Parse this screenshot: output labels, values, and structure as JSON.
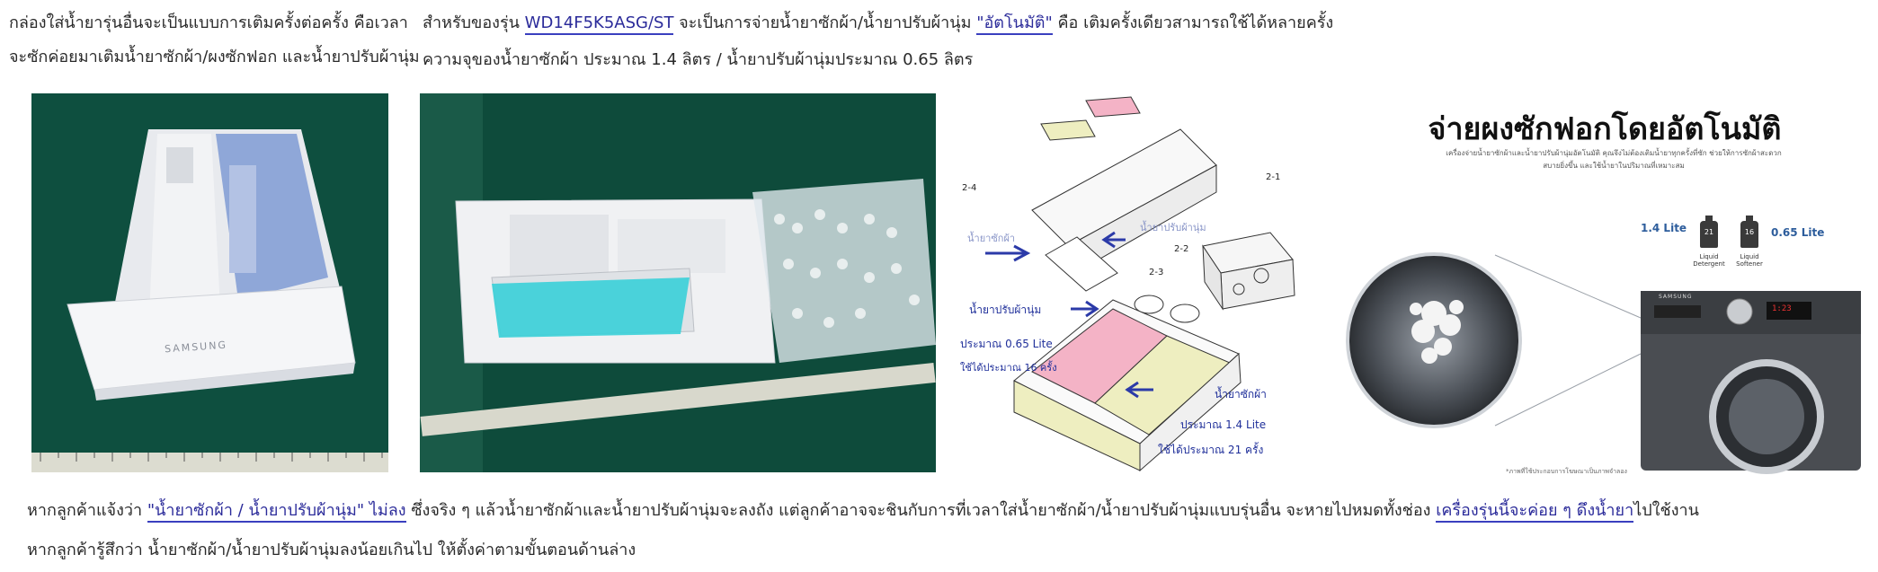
{
  "top_left": {
    "line1": "กล่องใส่น้ำยารุ่นอื่นจะเป็นแบบการเติมครั้งต่อครั้ง คือเวลา",
    "line2": "จะซักค่อยมาเติมน้ำยาซักผ้า/ผงซักฟอก และน้ำยาปรับผ้านุ่ม"
  },
  "top_right": {
    "line1_pre": "สำหรับของรุ่น ",
    "model": "WD14F5K5ASG/ST",
    "line1_mid": " จะเป็นการจ่ายน้ำยาซักผ้า/น้ำยาปรับผ้านุ่ม ",
    "auto": "\"อัตโนมัติ\"",
    "line1_post": " คือ เติมครั้งเดียวสามารถใช้ได้หลายครั้ง",
    "line2": "ความจุของน้ำยาซักผ้า ประมาณ 1.4 ลิตร / น้ำยาปรับผ้านุ่มประมาณ 0.65 ลิตร"
  },
  "photo1": {
    "brand": "SAMSUNG"
  },
  "diagram": {
    "callouts": [
      "2-4",
      "2-1",
      "2-2",
      "2-3"
    ],
    "top_detergent": "น้ำยาซักผ้า",
    "top_softener": "น้ำยาปรับผ้านุ่ม",
    "softener_label": "น้ำยาปรับผ้านุ่ม",
    "softener_capacity": "ประมาณ   0.65 Lite",
    "softener_uses": "ใช้ได้ประมาณ   16 ครั้ง",
    "detergent_label": "น้ำยาซักผ้า",
    "detergent_capacity": "ประมาณ   1.4 Lite",
    "detergent_uses": "ใช้ได้ประมาณ   21 ครั้ง"
  },
  "promo": {
    "title": "จ่ายผงซักฟอกโดยอัตโนมัติ",
    "body": "เครื่องจ่ายน้ำยาซักผ้าและน้ำยาปรับผ้านุ่มอัตโนมัติ คุณจึงไม่ต้องเติมน้ำยาทุกครั้งที่ซัก ช่วยให้การซักผ้าสะดวกสบายยิ่งขึ้น และใช้น้ำยาในปริมาณที่เหมาะสม",
    "vol_left": "1.4 Lite",
    "vol_right": "0.65 Lite",
    "bottle_left_number": "21",
    "bottle_right_number": "16",
    "bottle_left_label": "Liquid Detergent",
    "bottle_right_label": "Liquid Softener",
    "machine_brand": "SAMSUNG",
    "display_value": "1:23",
    "footnote": "*ภาพที่ใช้ประกอบการโฆษณาเป็นภาพจำลอง"
  },
  "bottom": {
    "line1_pre": "หากลูกค้าแจ้งว่า ",
    "quote": "\"น้ำยาซักผ้า / น้ำยาปรับผ้านุ่ม\" ไม่ลง",
    "line1_mid": " ซึ่งจริง ๆ แล้วน้ำยาซักผ้าและน้ำยาปรับผ้านุ่มจะลงถัง แต่ลูกค้าอาจจะชินกับการที่เวลาใส่น้ำยาซักผ้า/น้ำยาปรับผ้านุ่มแบบรุ่นอื่น จะหายไปหมดทั้งช่อง ",
    "highlight": "เครื่องรุ่นนี้จะค่อย ๆ ดึงน้ำยา",
    "line1_post": "ไปใช้งาน",
    "line2": "หากลูกค้ารู้สึกว่า น้ำยาซักผ้า/น้ำยาปรับผ้านุ่มลงน้อยเกินไป ให้ตั้งค่าตามขั้นตอนด้านล่าง"
  },
  "colors": {
    "text": "#2a2a2a",
    "underline": "#3a3fbf",
    "mat_green": "#0e4f3f",
    "diagram_blue": "#1f2f9a",
    "pink": "#f4b3c6",
    "yellow": "#eeeec0"
  }
}
